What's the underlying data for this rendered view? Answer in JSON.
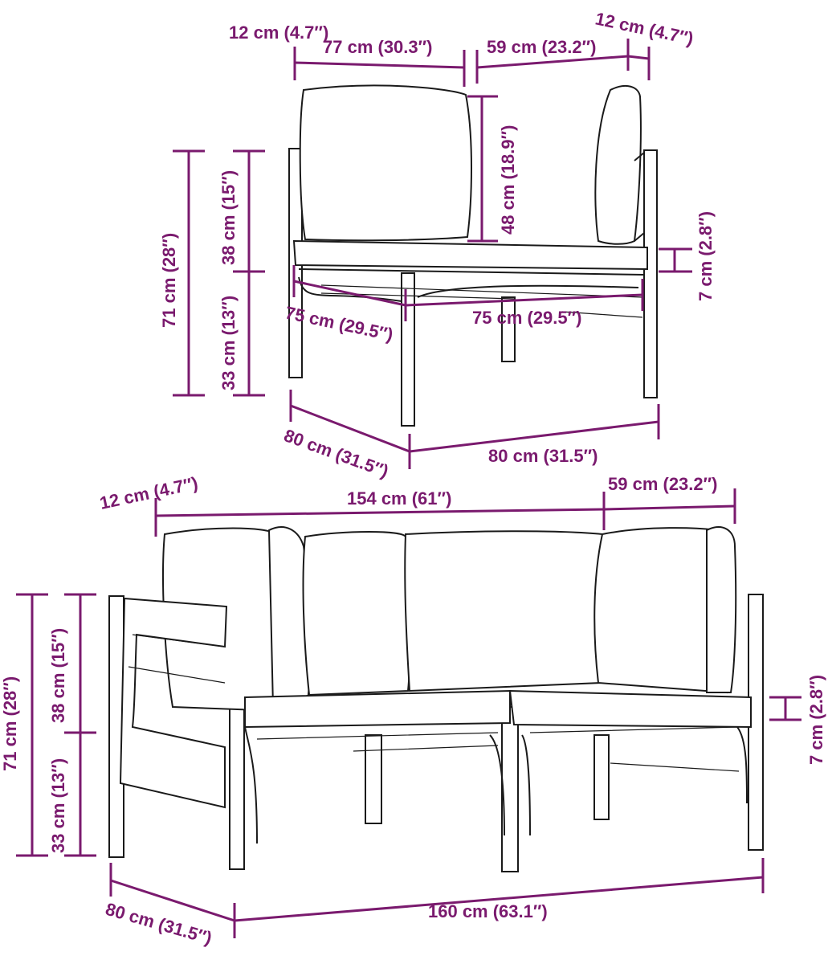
{
  "colors": {
    "dimension": "#7a1a6e",
    "outline": "#1a1a1a",
    "background": "#ffffff"
  },
  "top": {
    "arm_depth": "12 cm (4.7″)",
    "back_width": "77 cm (30.3″)",
    "side_width": "59 cm (23.2″)",
    "arm_depth_right": "12 cm (4.7″)",
    "back_height": "48 cm (18.9″)",
    "total_height": "71 cm (28″)",
    "upper_height": "38 cm (15″)",
    "lower_height": "33 cm (13″)",
    "cushion_thickness": "7 cm (2.8″)",
    "seat_depth": "75 cm (29.5″)",
    "seat_width": "75 cm (29.5″)",
    "depth": "80 cm (31.5″)",
    "width": "80 cm (31.5″)"
  },
  "bottom": {
    "arm_depth": "12 cm (4.7″)",
    "inner_width": "154 cm (61″)",
    "side_width": "59 cm (23.2″)",
    "total_height": "71 cm (28″)",
    "upper_height": "38 cm (15″)",
    "lower_height": "33 cm (13″)",
    "cushion_thickness": "7 cm (2.8″)",
    "depth": "80 cm (31.5″)",
    "width": "160 cm (63.1″)"
  }
}
